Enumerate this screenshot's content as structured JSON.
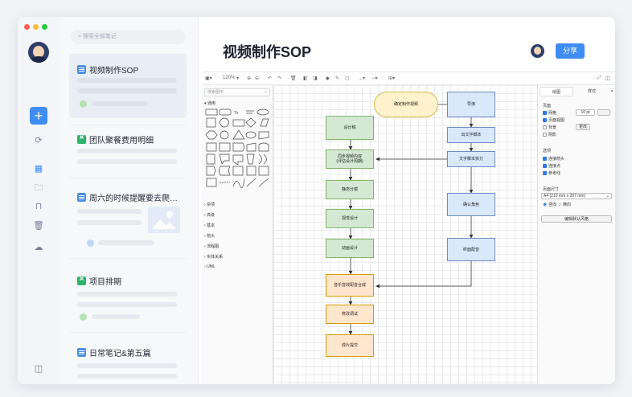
{
  "sidebar": {
    "search_placeholder": "搜索全部笔记",
    "notes": [
      {
        "title": "视频制作SOP",
        "icon": "doc-icon"
      },
      {
        "title": "团队聚餐费用明细",
        "icon": "spreadsheet-icon"
      },
      {
        "title": "周六的时候提醒要去爬…",
        "icon": "doc-icon"
      },
      {
        "title": "项目排期",
        "icon": "spreadsheet-icon"
      },
      {
        "title": "日常笔记&第五篇",
        "icon": "doc-icon"
      }
    ]
  },
  "document": {
    "title": "视频制作SOP",
    "share_label": "分享"
  },
  "editor": {
    "zoom": "120%",
    "shape_search_placeholder": "搜索图形",
    "shape_sections": [
      "通用",
      "杂项",
      "高级",
      "基本",
      "箭头",
      "流程图",
      "实体关系",
      "UML"
    ],
    "props_tabs": [
      "绘图",
      "样式"
    ],
    "props": {
      "page_heading": "页面",
      "grid": "网格",
      "grid_size": "10 pt",
      "page_view": "页面视图",
      "background": "背景",
      "shadow": "阴影",
      "edit_label": "更改",
      "options_heading": "选项",
      "connection_arrows": "连接箭头",
      "connection_points": "连接点",
      "guides": "参考线",
      "paper_size_heading": "页面尺寸",
      "paper_size": "A4 (210 mm x 297 mm)",
      "portrait": "竖向",
      "landscape": "横向",
      "edit_style": "编辑默认风格"
    }
  },
  "flowchart": {
    "nodes": {
      "start": "确定制作视频",
      "n1": "导演",
      "n2": "出文字脚本",
      "n3": "文字脚本拆分",
      "n4": "确认角色",
      "n5": "终面配音",
      "g1": "设计稿",
      "g2": "同步视频内容\n(评估设计周期)",
      "g3": "静态分镜",
      "g4": "视觉设计",
      "g5": "动画设计",
      "o1": "音乐音效配音合成",
      "o2": "修改调试",
      "o3": "成片提交"
    }
  },
  "colors": {
    "accent": "#3f8df3",
    "flow_blue_fill": "#dae8fc",
    "flow_green_fill": "#d5e8d4",
    "flow_orange_fill": "#ffe6cc",
    "flow_yellow_fill": "#fff2cc"
  }
}
